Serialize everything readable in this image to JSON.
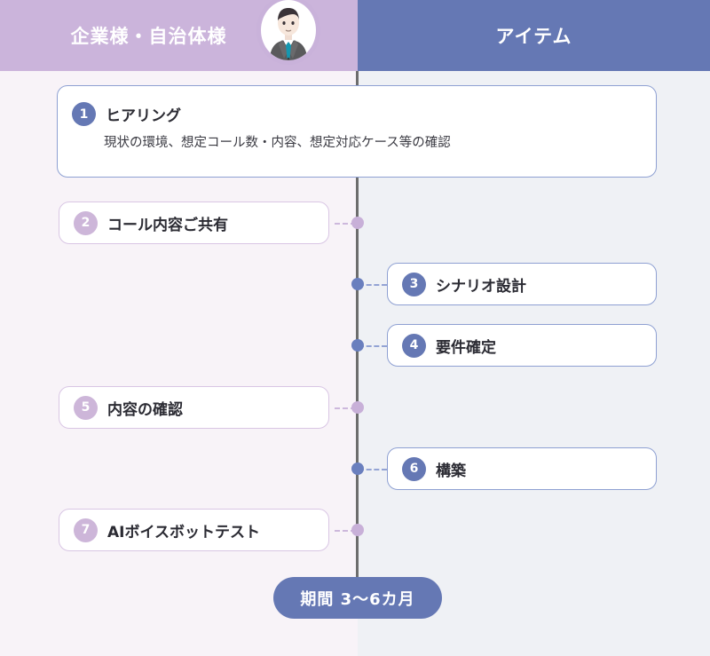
{
  "colors": {
    "left_header_bg": "#cbb4db",
    "right_header_bg": "#6578b4",
    "left_column_bg": "#f8f3f8",
    "right_column_bg": "#eff1f5",
    "timeline_line": "#6d6d6d",
    "purple_accent": "#cdb6d9",
    "blue_accent": "#6578b4",
    "purple_border": "#d9c6e4",
    "blue_border": "#8ea0d2"
  },
  "header": {
    "left_title": "企業様・自治体様",
    "right_title": "アイテム",
    "avatar_name": "businessman-avatar"
  },
  "steps": [
    {
      "number": "1",
      "title": "ヒアリング",
      "description": "現状の環境、想定コール数・内容、想定対応ケース等の確認",
      "side": "full",
      "accent": "blue"
    },
    {
      "number": "2",
      "title": "コール内容ご共有",
      "description": "",
      "side": "left",
      "accent": "purple"
    },
    {
      "number": "3",
      "title": "シナリオ設計",
      "description": "",
      "side": "right",
      "accent": "blue"
    },
    {
      "number": "4",
      "title": "要件確定",
      "description": "",
      "side": "right",
      "accent": "blue"
    },
    {
      "number": "5",
      "title": "内容の確認",
      "description": "",
      "side": "left",
      "accent": "purple"
    },
    {
      "number": "6",
      "title": "構築",
      "description": "",
      "side": "right",
      "accent": "blue"
    },
    {
      "number": "7",
      "title": "AIボイスボットテスト",
      "description": "",
      "side": "left",
      "accent": "purple"
    }
  ],
  "footer": {
    "duration_label": "期間 3〜6カ月"
  }
}
